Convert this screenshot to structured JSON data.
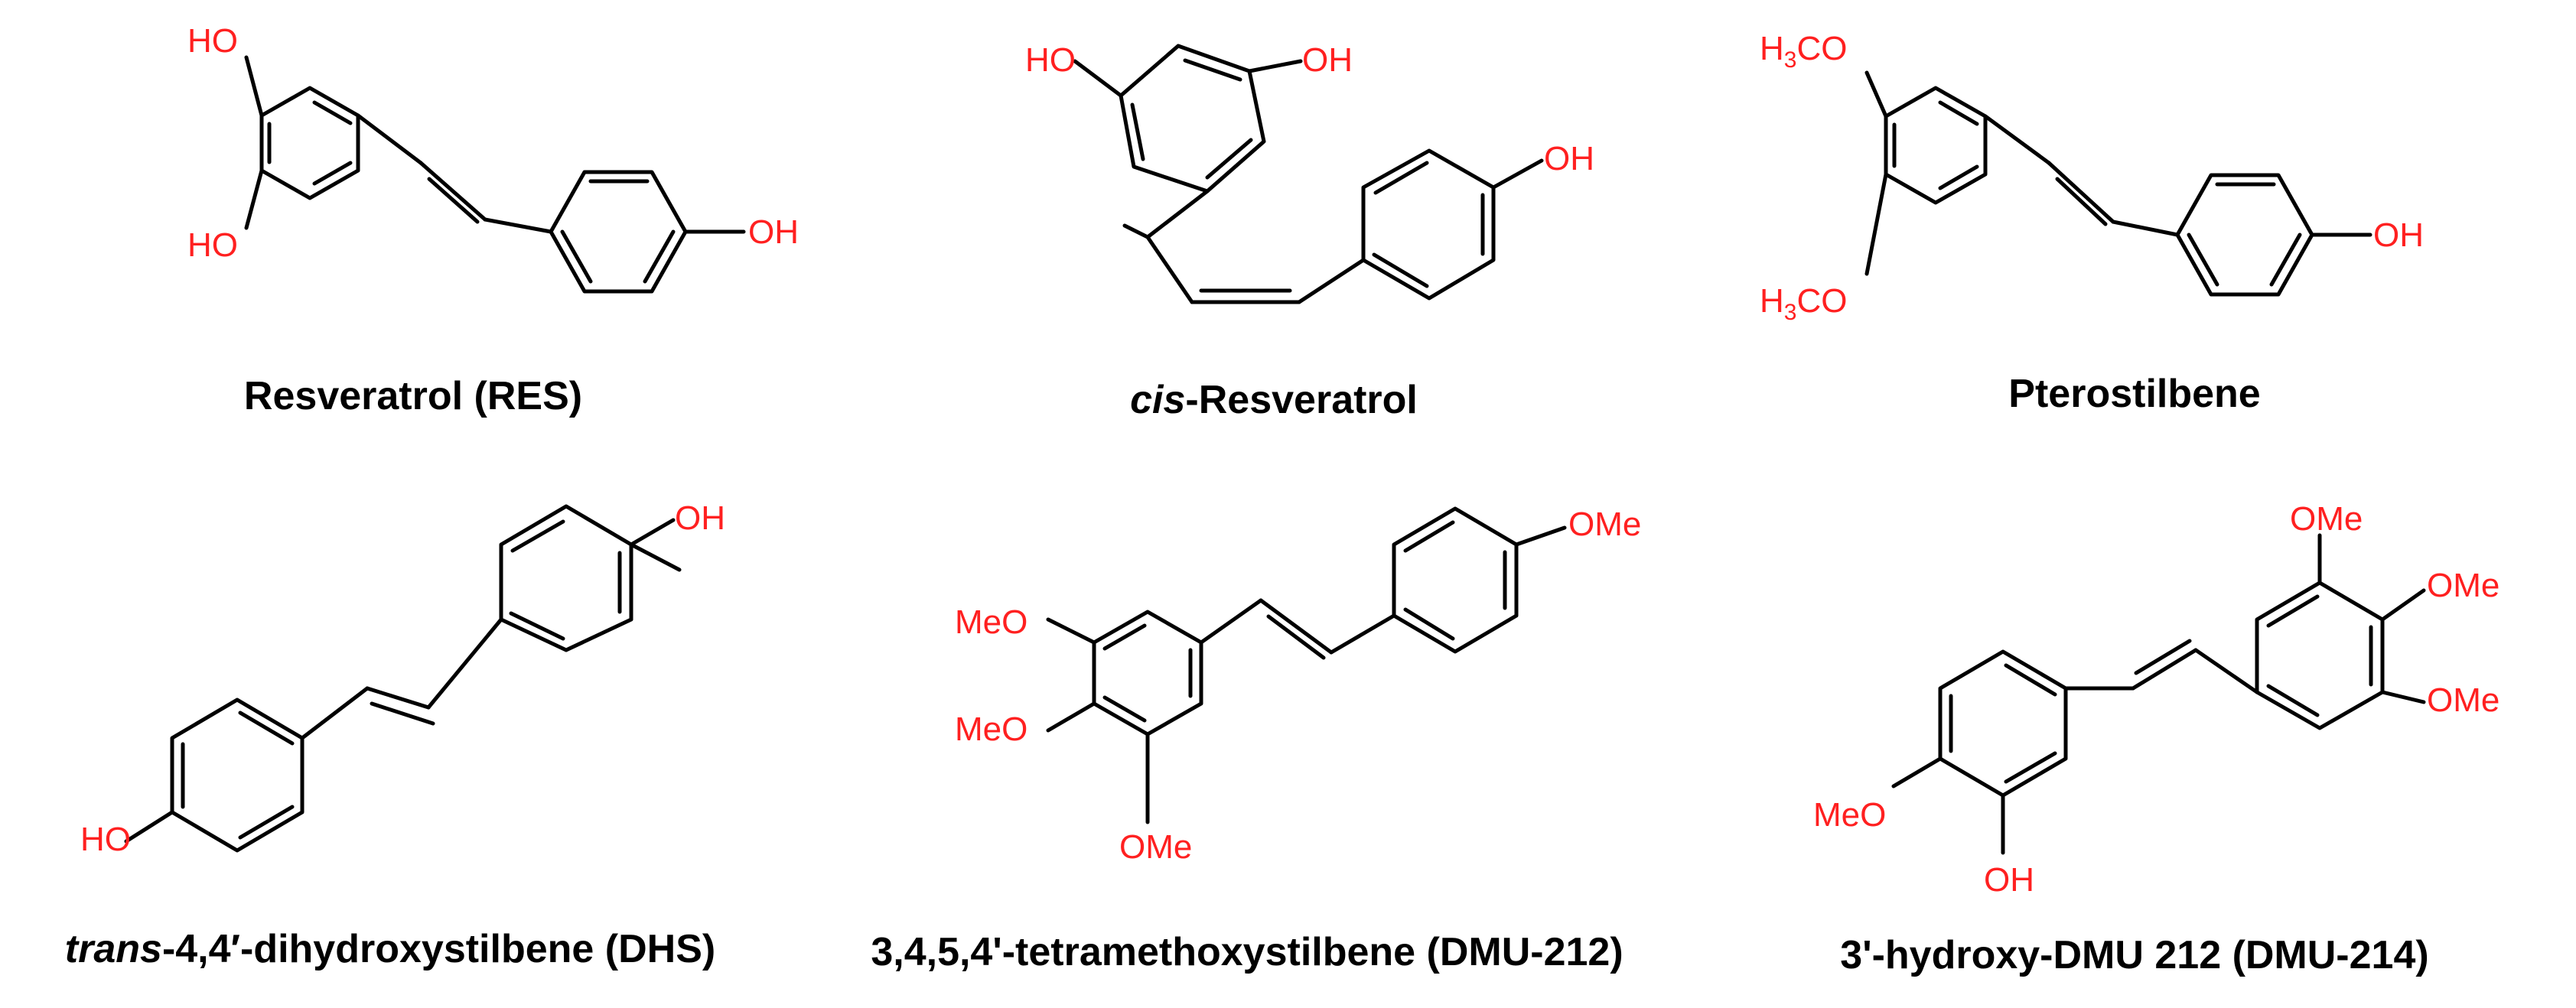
{
  "colors": {
    "bond": "#000000",
    "group": "#ff2020",
    "caption": "#000000"
  },
  "compounds": [
    {
      "id": "res",
      "caption_prefix": "",
      "caption_main": "Resveratrol (RES)",
      "groups": {
        "a": "HO",
        "b": "HO",
        "c": "OH"
      }
    },
    {
      "id": "cis-res",
      "caption_prefix": "cis",
      "caption_main": "-Resveratrol",
      "groups": {
        "a": "HO",
        "b": "OH",
        "c": "OH"
      }
    },
    {
      "id": "ptero",
      "caption_prefix": "",
      "caption_main": "Pterostilbene",
      "groups": {
        "a_pre": "H",
        "a_sub": "3",
        "a_post": "CO",
        "b_pre": "H",
        "b_sub": "3",
        "b_post": "CO",
        "c": "OH"
      }
    },
    {
      "id": "dhs",
      "caption_prefix": "trans",
      "caption_main": "-4,4′-dihydroxystilbene (DHS)",
      "groups": {
        "a": "OH",
        "b": "HO"
      }
    },
    {
      "id": "dmu212",
      "caption_prefix": "",
      "caption_main": "3,4,5,4'-tetramethoxystilbene (DMU-212)",
      "groups": {
        "a": "OMe",
        "b": "MeO",
        "c": "MeO",
        "d": "OMe"
      }
    },
    {
      "id": "dmu214",
      "caption_prefix": "",
      "caption_main": "3'-hydroxy-DMU 212 (DMU-214)",
      "groups": {
        "a": "OMe",
        "b": "OMe",
        "c": "OMe",
        "d": "MeO",
        "e": "OH"
      }
    }
  ]
}
